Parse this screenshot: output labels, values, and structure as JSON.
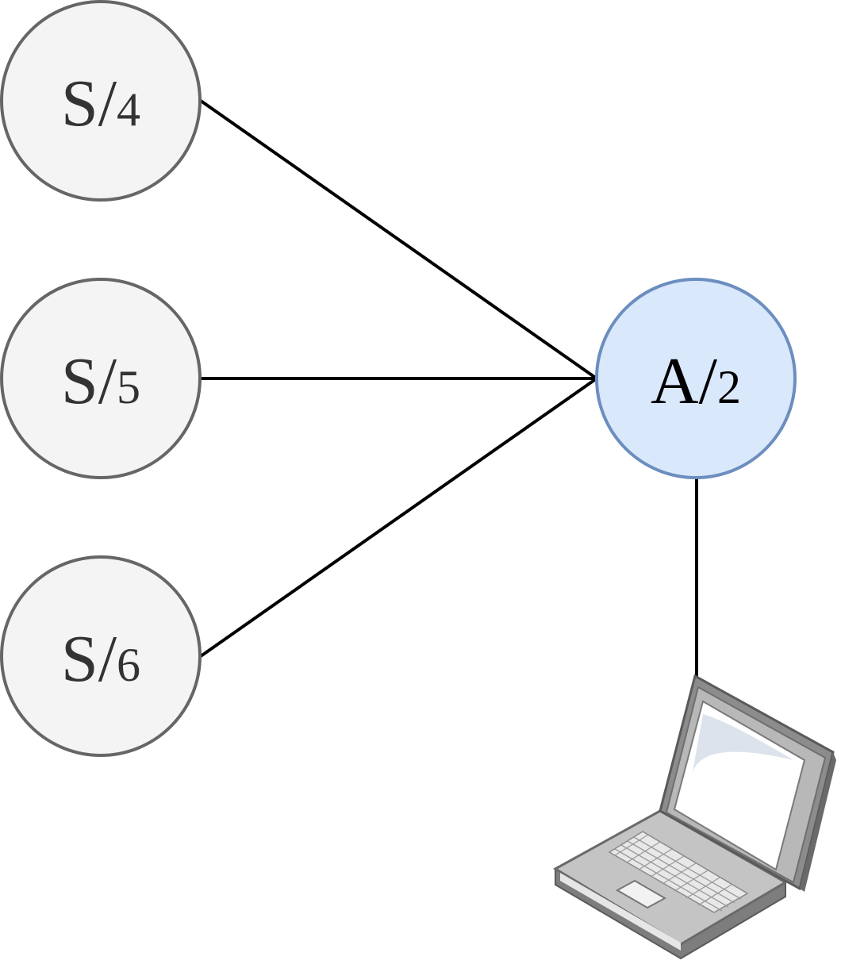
{
  "nodes": {
    "s4": {
      "letter": "S",
      "sep": "/",
      "number": "4"
    },
    "s5": {
      "letter": "S",
      "sep": "/",
      "number": "5"
    },
    "s6": {
      "letter": "S",
      "sep": "/",
      "number": "6"
    },
    "a2": {
      "letter": "A",
      "sep": "/",
      "number": "2"
    }
  },
  "colors": {
    "s_fill": "#f4f4f4",
    "s_stroke": "#666666",
    "a_fill": "#dae8fc",
    "a_stroke": "#6c8ebf",
    "edge": "#000000",
    "s_text": "#333333",
    "a_text": "#000000"
  },
  "icons": {
    "client": "laptop-icon"
  }
}
